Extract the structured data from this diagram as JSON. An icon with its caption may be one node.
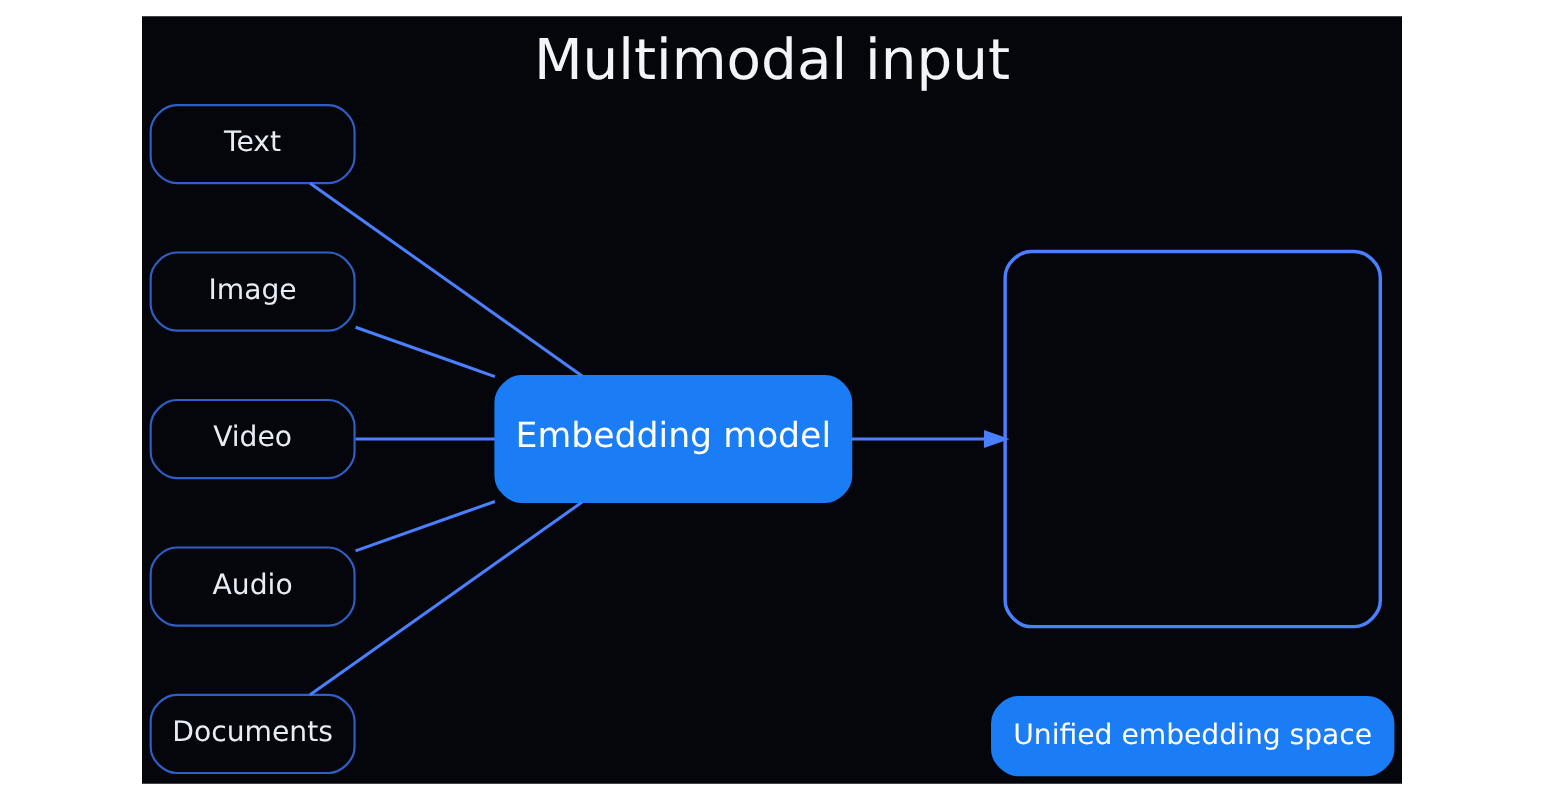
{
  "diagram": {
    "title": "Multimodal input",
    "nodes": [
      {
        "text": [
          "Text"
        ]
      },
      {
        "text": [
          "Image"
        ]
      },
      {
        "text": [
          "Video"
        ]
      },
      {
        "text": [
          "Audio"
        ]
      },
      {
        "text": [
          "Documents"
        ]
      },
      {
        "text": [
          "Embedding model"
        ]
      },
      {
        "text": [],
        "shape": "box"
      },
      {
        "text": [
          "Unified embedding space"
        ]
      }
    ],
    "edges": [
      {
        "from": 0,
        "to": 5,
        "arrow": "none"
      },
      {
        "from": 1,
        "to": 5,
        "arrow": "none"
      },
      {
        "from": 2,
        "to": 5,
        "arrow": "none"
      },
      {
        "from": 3,
        "to": 5,
        "arrow": "none"
      },
      {
        "from": 4,
        "to": 5,
        "arrow": "none"
      },
      {
        "from": 5,
        "to": 6,
        "arrow": "to"
      }
    ]
  }
}
